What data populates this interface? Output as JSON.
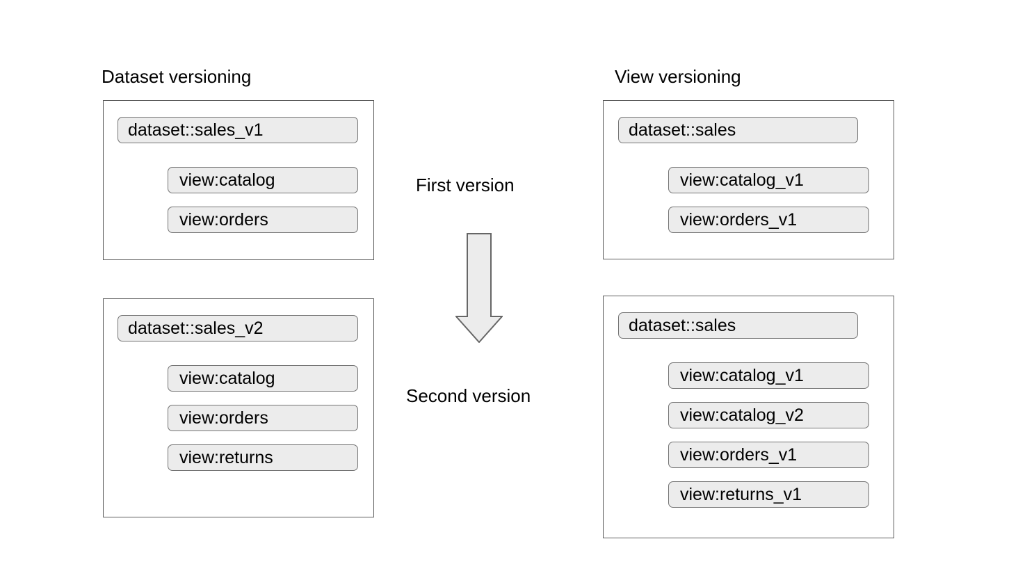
{
  "diagram": {
    "title": "Dataset versioning vs View versioning",
    "columns": {
      "left": {
        "heading": "Dataset versioning",
        "groups": [
          {
            "dataset": "dataset::sales_v1",
            "views": [
              "view:catalog",
              "view:orders"
            ]
          },
          {
            "dataset": "dataset::sales_v2",
            "views": [
              "view:catalog",
              "view:orders",
              "view:returns"
            ]
          }
        ]
      },
      "right": {
        "heading": "View versioning",
        "groups": [
          {
            "dataset": "dataset::sales",
            "views": [
              "view:catalog_v1",
              "view:orders_v1"
            ]
          },
          {
            "dataset": "dataset::sales",
            "views": [
              "view:catalog_v1",
              "view:catalog_v2",
              "view:orders_v1",
              "view:returns_v1"
            ]
          }
        ]
      }
    },
    "center": {
      "first_label": "First version",
      "second_label": "Second version",
      "arrow": "down-arrow-icon"
    },
    "colors": {
      "background": "#ffffff",
      "pill_fill": "#ececec",
      "pill_border": "#737373",
      "box_border": "#5c5c5c",
      "arrow_fill": "#ececec",
      "arrow_border": "#666666",
      "text": "#000000"
    }
  }
}
